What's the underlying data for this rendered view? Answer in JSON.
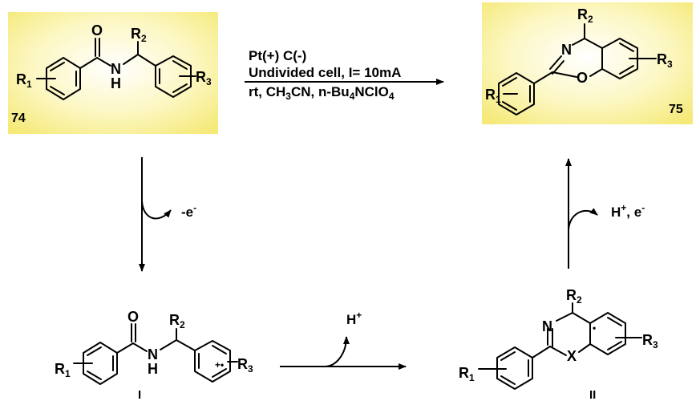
{
  "reaction": {
    "conditions": {
      "line1": "Pt(+) C(-)",
      "line2": "Undivided cell, I= 10mA",
      "line3": {
        "a": "rt, CH",
        "b": "3",
        "c": "CN, n-Bu",
        "d": "4",
        "e": "NClO",
        "f": "4"
      }
    },
    "steps": {
      "oxidation": {
        "base": "-e",
        "sup": "-"
      },
      "deprotonation": {
        "base": "H",
        "sup": "+"
      },
      "final": {
        "a": "H",
        "b": "+",
        "c": ", e",
        "d": "-"
      }
    }
  },
  "compounds": {
    "c74": {
      "number": "74",
      "atoms": {
        "O": "O",
        "N": "N",
        "H": "H",
        "R1": {
          "base": "R",
          "sub": "1"
        },
        "R2": {
          "base": "R",
          "sub": "2"
        },
        "R3": {
          "base": "R",
          "sub": "3"
        }
      }
    },
    "c75": {
      "number": "75",
      "atoms": {
        "N": "N",
        "O": "O",
        "R1": {
          "base": "R",
          "sub": "1"
        },
        "R2": {
          "base": "R",
          "sub": "2"
        },
        "R3": {
          "base": "R",
          "sub": "3"
        }
      }
    },
    "intI": {
      "number": "I",
      "atoms": {
        "O": "O",
        "N": "N",
        "H": "H",
        "radical": "+•",
        "R1": {
          "base": "R",
          "sub": "1"
        },
        "R2": {
          "base": "R",
          "sub": "2"
        },
        "R3": {
          "base": "R",
          "sub": "3"
        }
      }
    },
    "intII": {
      "number": "II",
      "atoms": {
        "N": "N",
        "X": "X",
        "dot": "•",
        "R1": {
          "base": "R",
          "sub": "1"
        },
        "R2": {
          "base": "R",
          "sub": "2"
        },
        "R3": {
          "base": "R",
          "sub": "3"
        }
      }
    }
  },
  "colors": {
    "highlight_edge": "#f7ec8c",
    "highlight_center": "#ffffff",
    "ink": "#000000"
  }
}
